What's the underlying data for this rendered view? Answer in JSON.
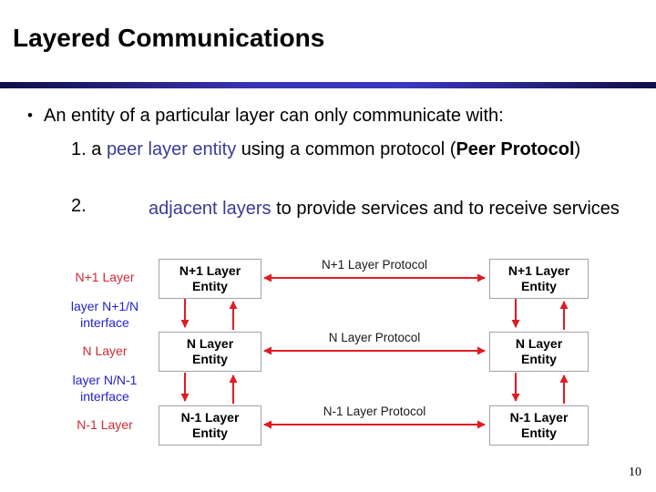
{
  "slide": {
    "title": "Layered Communications",
    "page_number": "10"
  },
  "content": {
    "bullet_marker": "•",
    "bullet_text": "An entity of a particular layer can only communicate with:",
    "item1": {
      "number": "1.",
      "pre": " a ",
      "highlight": "peer layer entity",
      "mid": " using a common protocol (",
      "bold": "Peer Protocol",
      "post": ")"
    },
    "item2": {
      "number": "2.",
      "highlight": "adjacent layers",
      "rest": " to provide services and to receive services"
    }
  },
  "diagram": {
    "layer_labels": [
      "N+1 Layer",
      "N Layer",
      "N-1 Layer"
    ],
    "interface_labels": [
      {
        "line1": "layer N+1/N",
        "line2": "interface"
      },
      {
        "line1": "layer N/N-1",
        "line2": "interface"
      }
    ],
    "boxes": [
      {
        "line1": "N+1 Layer",
        "line2": "Entity"
      },
      {
        "line1": "N Layer",
        "line2": "Entity"
      },
      {
        "line1": "N-1 Layer",
        "line2": "Entity"
      }
    ],
    "protocol_labels": [
      "N+1 Layer Protocol",
      "N Layer Protocol",
      "N-1 Layer Protocol"
    ],
    "colors": {
      "layer_label_red": "#cc2b36",
      "interface_label_blue": "#2222cc",
      "arrow_red": "#e01b24",
      "box_border_gray": "#a3a3a3",
      "divider_blue": "#3834b4",
      "highlight_text_blue": "#3a3a99"
    }
  }
}
